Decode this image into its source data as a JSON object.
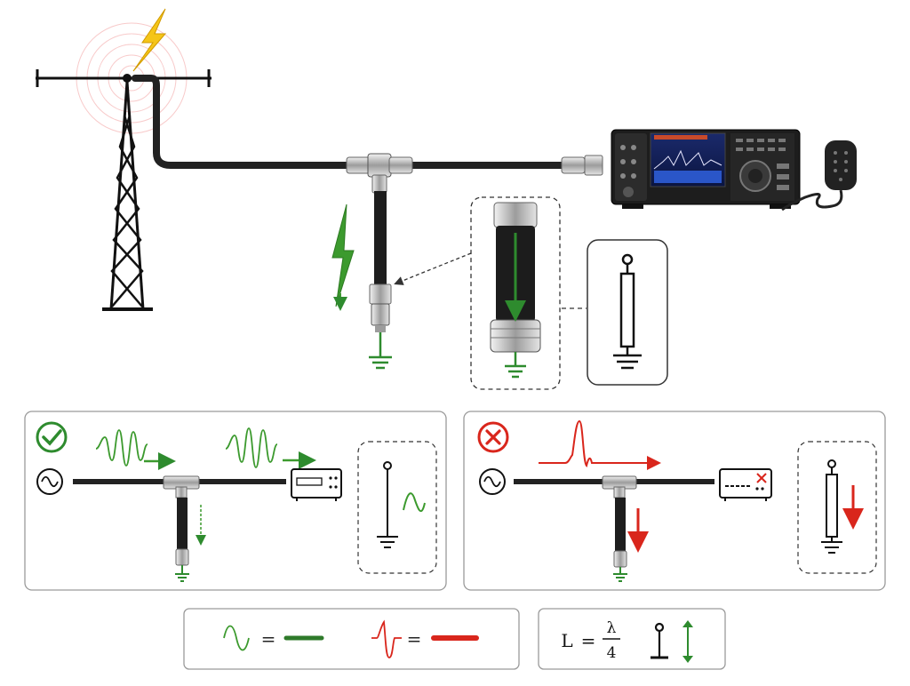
{
  "legend": {
    "equals_1": "=",
    "equals_2": "=",
    "formula_lhs": "L",
    "formula_equals": "=",
    "formula_numerator": "λ",
    "formula_denominator": "4"
  },
  "colors": {
    "pass_green": "#2e8b2e",
    "reject_red": "#d9261c",
    "cable": "#222222",
    "lightning_yellow": "#f5c518",
    "panel_border": "#9a9a9a"
  },
  "icons": {
    "ok": "check-circle-icon",
    "bad": "x-circle-icon",
    "source": "sine-source-icon",
    "ground": "ground-icon"
  }
}
